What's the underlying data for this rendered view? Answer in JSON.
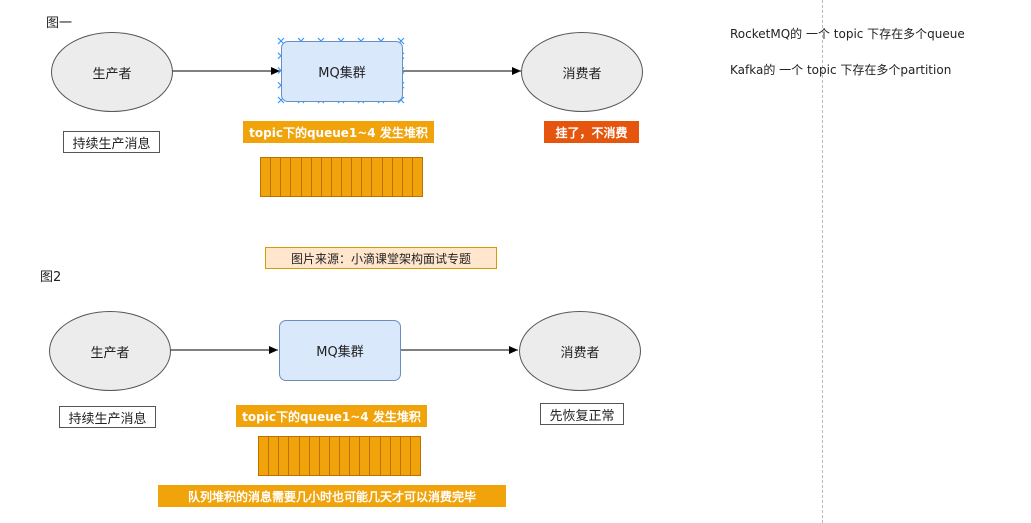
{
  "fig1": {
    "label": "图一",
    "producer": "生产者",
    "mq": "MQ集群",
    "consumer": "消费者",
    "producer_note": "持续生产消息",
    "backlog_note": "topic下的queue1~4 发生堆积",
    "consumer_note": "挂了，不消费",
    "queue_cells": 16
  },
  "source_note": "图片来源：小滴课堂架构面试专题",
  "fig2": {
    "label": "图2",
    "producer": "生产者",
    "mq": "MQ集群",
    "consumer": "消费者",
    "producer_note": "持续生产消息",
    "backlog_note": "topic下的queue1~4 发生堆积",
    "consumer_note": "先恢复正常",
    "queue_cells": 16,
    "duration_note": "队列堆积的消息需要几小时也可能几天才可以消费完毕"
  },
  "side_notes": {
    "rocketmq": "RocketMQ的 一个 topic 下存在多个queue",
    "kafka": "Kafka的 一个 topic 下存在多个partition"
  },
  "colors": {
    "ellipse_fill": "#ececec",
    "mq_fill": "#dae8fc",
    "mq_border": "#6c8ebf",
    "orange": "#f0a30a",
    "red": "#e6550d",
    "source_fill": "#ffe6cc",
    "selection_handle": "#3399ff"
  }
}
